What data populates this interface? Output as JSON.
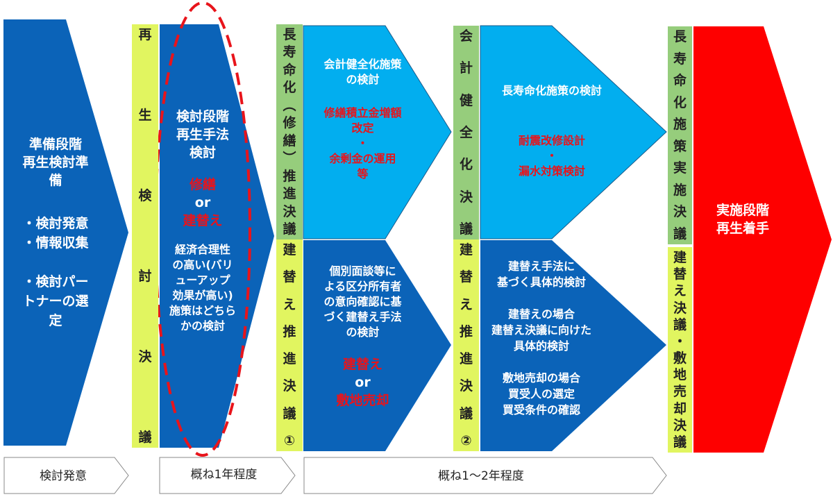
{
  "stage1": {
    "title": [
      "準備段階",
      "再生検討準",
      "備"
    ],
    "items": [
      "・検討発意",
      "・情報収集",
      "",
      "・検討パー",
      "トナーの選",
      "定"
    ]
  },
  "bar1": {
    "text": "再生検討決議"
  },
  "stage2": {
    "title": [
      "検討段階",
      "再生手法",
      "検討"
    ],
    "option_a": "修繕",
    "or": "or",
    "option_b": "建替え",
    "desc": [
      "経済合理性",
      "の高い(バリ",
      "ューアップ",
      "効果が高い)",
      "施策はどちら",
      "かの検討"
    ]
  },
  "bar_longevity": {
    "text": "長寿命化︵修繕︶推進決議"
  },
  "bar_rebuild1": {
    "text": "建替え推進決議①"
  },
  "stage3_top": {
    "title": [
      "会計健全化施策",
      "の検討"
    ],
    "red": [
      "修繕積立金増額",
      "改定",
      "・",
      "余剰金の運用",
      "等"
    ]
  },
  "stage3_bottom": {
    "desc": [
      "個別面談等に",
      "よる区分所有者",
      "の意向確認に基",
      "づく建替え手法",
      "の検討"
    ],
    "option_a": "建替え",
    "or": "or",
    "option_b": "敷地売却"
  },
  "bar_finance": {
    "text": "会計健全化決議"
  },
  "bar_rebuild2": {
    "text": "建替え推進決議②"
  },
  "stage4_top": {
    "title": "長寿命化施策の検討",
    "red": [
      "耐震改修設計",
      "・",
      "漏水対策検討"
    ]
  },
  "stage4_bottom": {
    "lines": [
      "建替え手法に",
      "基づく具体的検討",
      "",
      "建替えの場合",
      "建替え決議に向けた",
      "具体的検討",
      "",
      "敷地売却の場合",
      "買受人の選定",
      "買受条件の確認"
    ]
  },
  "bar_implement": {
    "text": "長寿命化施策実施決議"
  },
  "bar_rebuild_final": {
    "text": "建替え決議・敷地売却決議"
  },
  "stage5": {
    "title": [
      "実施段階",
      "再生着手"
    ]
  },
  "timeline": [
    "検討発意",
    "概ね1年程度",
    "概ね1～2年程度"
  ],
  "colors": {
    "dark_blue": "#0b63b8",
    "light_blue": "#02aeef",
    "red": "#fe0000",
    "green": "#96cd7c",
    "yellow": "#e1f560"
  }
}
